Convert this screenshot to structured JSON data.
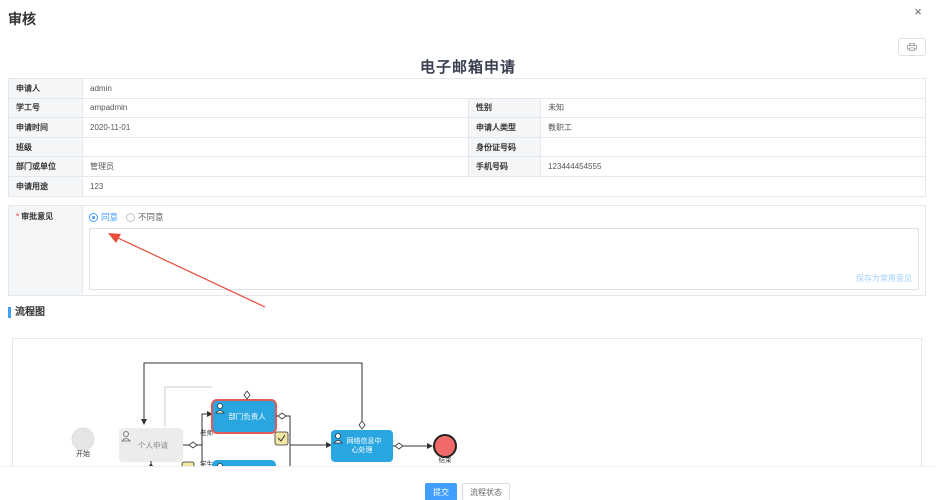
{
  "dialog": {
    "title": "审核",
    "close_glyph": "×"
  },
  "form": {
    "title": "电子邮箱申请"
  },
  "info": {
    "applicant_label": "申请人",
    "applicant": "admin",
    "id_label": "学工号",
    "id": "ampadmin",
    "gender_label": "性别",
    "gender": "未知",
    "time_label": "申请时间",
    "time": "2020-11-01",
    "type_label": "申请人类型",
    "type": "教职工",
    "class_label": "班级",
    "class": "",
    "idcard_label": "身份证号码",
    "idcard": "",
    "dept_label": "部门或单位",
    "dept": "管理员",
    "phone_label": "手机号码",
    "phone": "123444454555",
    "purpose_label": "申请用途",
    "purpose": "123"
  },
  "approval": {
    "label": "审批意见",
    "required_mark": "*",
    "agree": "同意",
    "disagree": "不同意",
    "save_link": "保存为常用意见"
  },
  "flow": {
    "heading": "流程图",
    "start": "开始",
    "personal": "个人申请",
    "dept_head": "部门负责人",
    "network_center_1": "网络信息中",
    "network_center_2": "心处理",
    "end": "结束",
    "teacher": "老师",
    "student": "学生"
  },
  "footer": {
    "submit": "提交",
    "status": "流程状态"
  },
  "colors": {
    "primary": "#409eff",
    "task": "#29a6e0",
    "active_border": "#e05a5a",
    "end": "#f06a6a"
  }
}
